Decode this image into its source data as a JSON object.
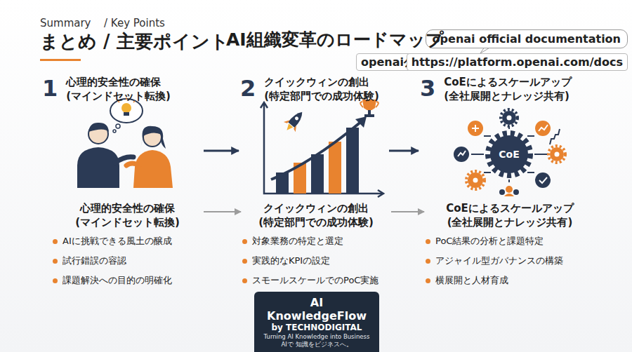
{
  "diagram": {
    "title": "まとめ / 主要ポイント",
    "nodes": [
      {
        "text": [
          "1",
          "心理的安全性の確保 (マインドセット転換)"
        ]
      },
      {
        "text": [
          "2",
          "クイックウィンの創出 (特定部門での成功体験)"
        ]
      },
      {
        "text": [
          "3",
          "CoEによるスケールアップ (全社展開とナレッジ共有)"
        ]
      },
      {
        "text": [
          "心理的安全性の確保 (マインドセット転換)",
          "AIに挑戦できる風土の醸成",
          "試行錯誤の容認",
          "課題解決への目的の明確化"
        ]
      },
      {
        "text": [
          "クイックウィンの創出 (特定部門での成功体験)",
          "対象業務の特定と選定",
          "実践的なKPIの設定",
          "スモールスケールでのPoC実施"
        ]
      },
      {
        "text": [
          "CoEによるスケールアップ (全社展開とナレッジ共有)",
          "PoC結果の分析と課題特定",
          "アジャイル型ガバナンスの構築",
          "横展開と人材育成"
        ]
      },
      {
        "text": [
          "AI KnowledgeFlow",
          "by TECHNODIGITAL",
          "Turning AI Knowledge into Business",
          "AIで 知識をビジネスへ。"
        ]
      },
      {
        "text": [
          "openai official documentation"
        ]
      },
      {
        "text": [
          "openai公式ドキュメント"
        ]
      },
      {
        "text": [
          "https://platform.openai.com/docs"
        ]
      }
    ],
    "edges": [
      {
        "from": 0,
        "to": 1,
        "arrow": "to"
      },
      {
        "from": 1,
        "to": 2,
        "arrow": "to"
      },
      {
        "from": 3,
        "to": 4,
        "arrow": "to"
      },
      {
        "from": 4,
        "to": 5,
        "arrow": "to"
      }
    ],
    "labels": [
      "Summary",
      "/ Key Points",
      "AI組織変革のロードマップ",
      "CoE"
    ]
  }
}
